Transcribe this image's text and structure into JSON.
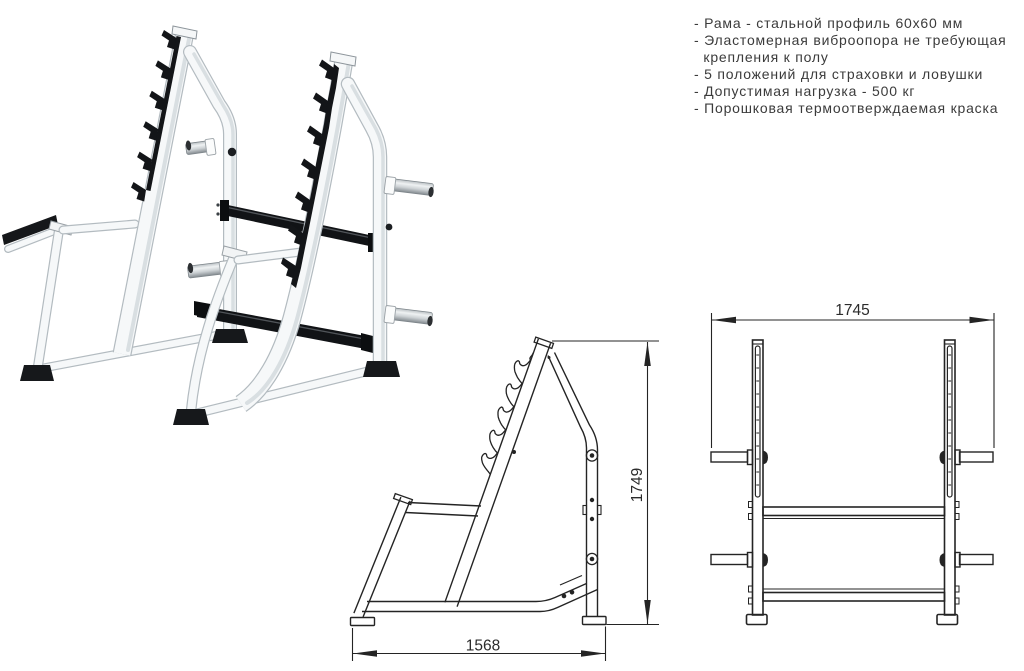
{
  "specs": {
    "lines": [
      "- Рама - стальной профиль 60х60 мм",
      "- Эластомерная виброопора не требующая",
      "  крепления к полу",
      "- 5 положений для страховки и ловушки",
      "- Допустимая нагрузка - 500 кг",
      "- Порошковая термоотверждаемая краска"
    ]
  },
  "dimensions": {
    "side_height_mm": "1749",
    "side_depth_mm": "1568",
    "front_width_mm": "1745"
  },
  "colors": {
    "drawing_line": "#242424",
    "spec_text": "#3a3a3a",
    "steel_black": "#121416",
    "tube_white": "#fdfdfd"
  }
}
